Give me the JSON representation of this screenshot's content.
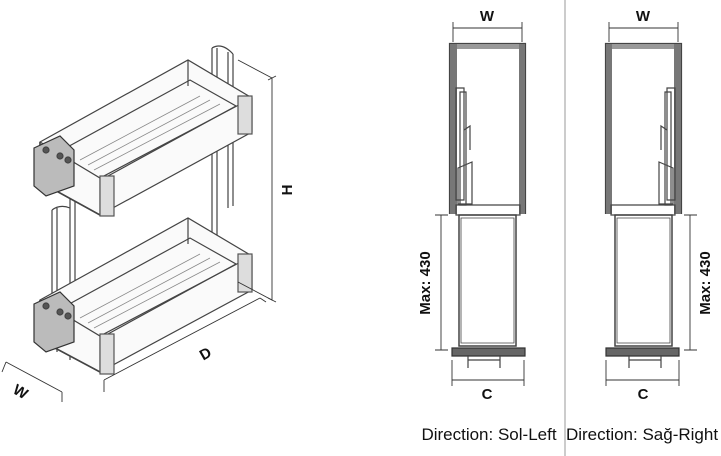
{
  "iso_view": {
    "labels": {
      "width": "W",
      "depth": "D",
      "height": "H"
    }
  },
  "left_elevation": {
    "width_label": "W",
    "height_label": "Max: 430",
    "clearance_label": "C",
    "caption": "Direction: Sol-Left"
  },
  "right_elevation": {
    "width_label": "W",
    "height_label": "Max: 430",
    "clearance_label": "C",
    "caption": "Direction: Sağ-Right"
  }
}
